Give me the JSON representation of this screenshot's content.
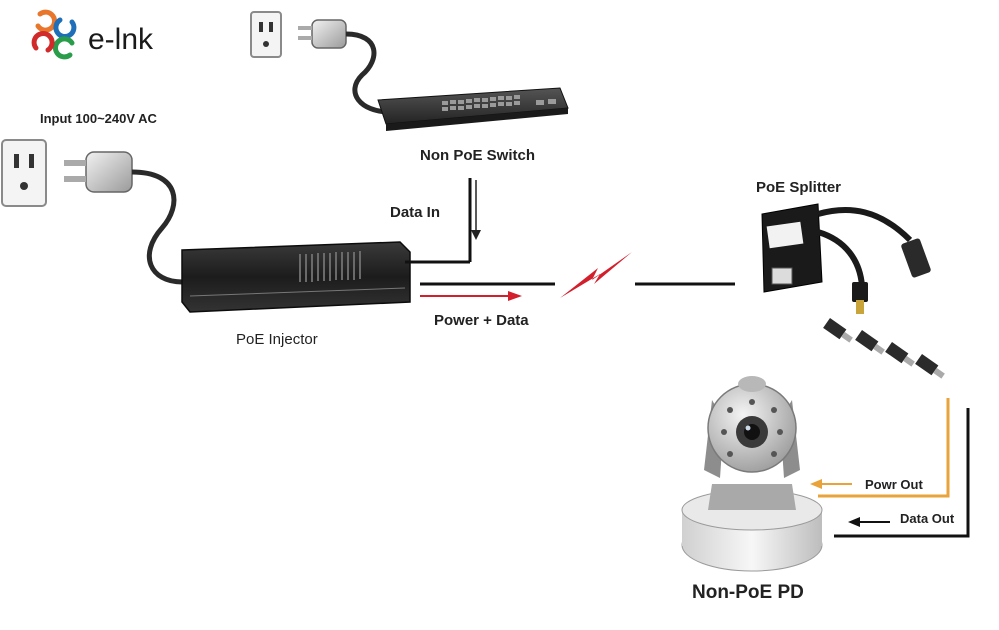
{
  "logo": {
    "text": "e-lnk"
  },
  "labels": {
    "input_ac": "Input 100~240V AC",
    "non_poe_switch": "Non PoE Switch",
    "data_in": "Data In",
    "power_data": "Power + Data",
    "poe_injector": "PoE Injector",
    "poe_splitter": "PoE Splitter",
    "powr_out": "Powr Out",
    "data_out": "Data Out",
    "non_poe_pd": "Non-PoE PD"
  },
  "colors": {
    "cable": "#111111",
    "power_line": "#e8a33a",
    "red_arrow": "#d21f2b",
    "logo_orange": "#e8762b",
    "logo_red": "#d12a2a",
    "logo_green": "#2a9d4a",
    "logo_blue": "#1f6fb8"
  }
}
